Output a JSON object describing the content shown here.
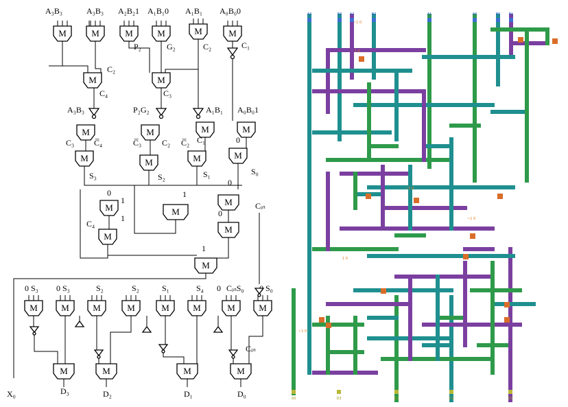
{
  "schematic": {
    "mux_label": "M",
    "labels": {
      "a3b3_1": "A₃B₃",
      "a3b3_2": "A₃B₃",
      "a2b2_1": "A₂B₂1",
      "a1b1_0": "A₁B₁0",
      "a1b1_1": "A₁B₁",
      "a0b0_0": "A₀B₀0",
      "p2": "P₂",
      "g2": "G₂",
      "c2a": "C₂",
      "c1": "C₁",
      "c2b": "C₂",
      "c4a": "C₄",
      "c3": "C₃",
      "a3b3_3": "A₃B₃",
      "p2g2": "P₂G₂",
      "a1b1_2": "A₁B₁",
      "a0b0_1": "A₀B₀1",
      "c3_b": "C₃",
      "c4bar": "C̅₄",
      "c3bar": "C̅₃",
      "c2_c": "C₂",
      "c2bar": "C̅₂",
      "c1_b": "C₁",
      "zero_a": "0",
      "s3": "S₃",
      "s2": "S₂",
      "s1": "S₁",
      "s0": "S₀",
      "zero_b": "0",
      "one_a": "1",
      "one_b": "1",
      "zero_c": "0",
      "zero_d": "0",
      "cin": "Cᵢₙ",
      "c4b": "C₄",
      "one_c": "1",
      "one_d": "1",
      "os3_a": "0 S₃",
      "os3_b": "0 S₃",
      "s2_a": "S₂",
      "s2_b": "S₂",
      "s1_a": "S₁",
      "s4": "S₄",
      "zero_e": "0",
      "cins0": "CᵢₙS₀",
      "os0": "0 S₀",
      "cin_b": "Cᵢₙ",
      "x0": "X₀",
      "d3": "D₃",
      "d2": "D₂",
      "d1": "D₁",
      "d0": "D₀"
    }
  },
  "layout": {
    "colors": {
      "teal": "#1f8f8f",
      "purple": "#7b3fa0",
      "green": "#2e9a4a",
      "orange": "#d96d2a",
      "pin_blue": "#3b6fd0",
      "output_olive": "#b8b83a"
    },
    "top_pins": [
      "A3",
      "B3",
      "A2",
      "B2",
      "A1",
      "A0",
      "B0",
      "B1"
    ],
    "bottom_pins": [
      "X0",
      "D3",
      "D2",
      "D1",
      "D0"
    ],
    "notes": {
      "n1": "~1 0",
      "n2": "1 0",
      "n3": "~1 0",
      "n4": "~1 0",
      "n5": "1 0",
      "n6": "~1 0"
    }
  }
}
